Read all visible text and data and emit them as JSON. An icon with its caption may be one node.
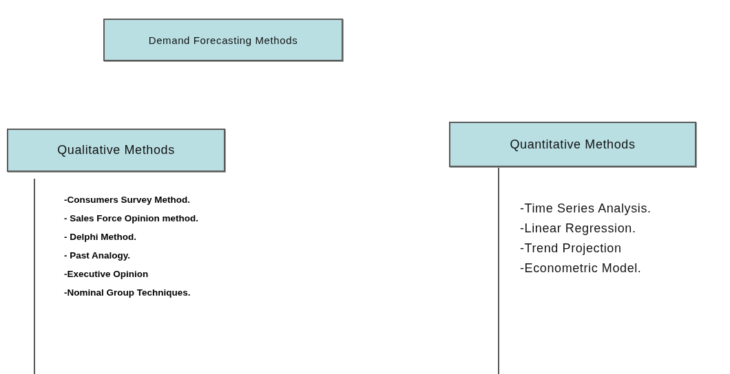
{
  "diagram": {
    "nodes": [
      {
        "text": [
          "Demand Forecasting Methods"
        ]
      },
      {
        "text": [
          "Qualitative Methods"
        ]
      },
      {
        "text": [
          "Quantitative Methods"
        ]
      }
    ],
    "edges": [
      {
        "from": 1,
        "to": null,
        "arrow": "none"
      },
      {
        "from": 2,
        "to": null,
        "arrow": "none"
      }
    ],
    "labels": [
      "-Consumers Survey Method.",
      "- Sales Force Opinion method.",
      "- Delphi Method.",
      "- Past Analogy.",
      "-Executive Opinion",
      "-Nominal Group Techniques.",
      "-Time Series Analysis.",
      "-Linear Regression.",
      "-Trend Projection",
      "-Econometric Model."
    ]
  }
}
